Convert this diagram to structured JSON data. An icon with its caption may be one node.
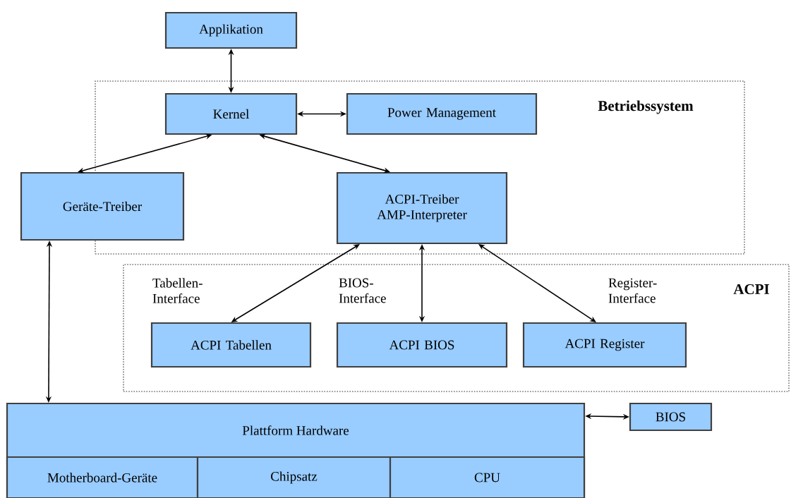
{
  "diagram": {
    "nodes": [
      {
        "text": [
          "Applikation"
        ]
      },
      {
        "text": [
          "Betriebssystem"
        ]
      },
      {
        "text": [
          "Kernel"
        ],
        "in": 1
      },
      {
        "text": [
          "Power Management"
        ],
        "in": 1
      },
      {
        "text": [
          "Geräte-Treiber"
        ]
      },
      {
        "text": [
          "ACPI-Treiber AMP-Interpreter"
        ],
        "in": 1
      },
      {
        "text": [
          "ACPI"
        ]
      },
      {
        "text": [
          "ACPI Tabellen"
        ],
        "in": 6
      },
      {
        "text": [
          "ACPI BIOS"
        ],
        "in": 6
      },
      {
        "text": [
          "ACPI Register"
        ],
        "in": 6
      },
      {
        "text": [
          "Plattform Hardware"
        ]
      },
      {
        "text": [
          "Motherboard-Geräte"
        ],
        "in": 10
      },
      {
        "text": [
          "Chipsatz"
        ],
        "in": 10
      },
      {
        "text": [
          "CPU"
        ],
        "in": 10
      },
      {
        "text": [
          "BIOS"
        ]
      }
    ],
    "edges": [
      {
        "from": 0,
        "to": 2,
        "arrow": "both"
      },
      {
        "from": 2,
        "to": 3,
        "arrow": "both"
      },
      {
        "from": 2,
        "to": 4,
        "arrow": "both"
      },
      {
        "from": 2,
        "to": 5,
        "arrow": "both"
      },
      {
        "from": 5,
        "to": 7,
        "arrow": "both",
        "label": "Tabellen- Interface"
      },
      {
        "from": 5,
        "to": 8,
        "arrow": "both",
        "label": "BIOS- Interface"
      },
      {
        "from": 5,
        "to": 9,
        "arrow": "both",
        "label": "Register- Interface"
      },
      {
        "from": 4,
        "to": 10,
        "arrow": "both"
      },
      {
        "from": 10,
        "to": 14,
        "arrow": "both"
      }
    ]
  }
}
